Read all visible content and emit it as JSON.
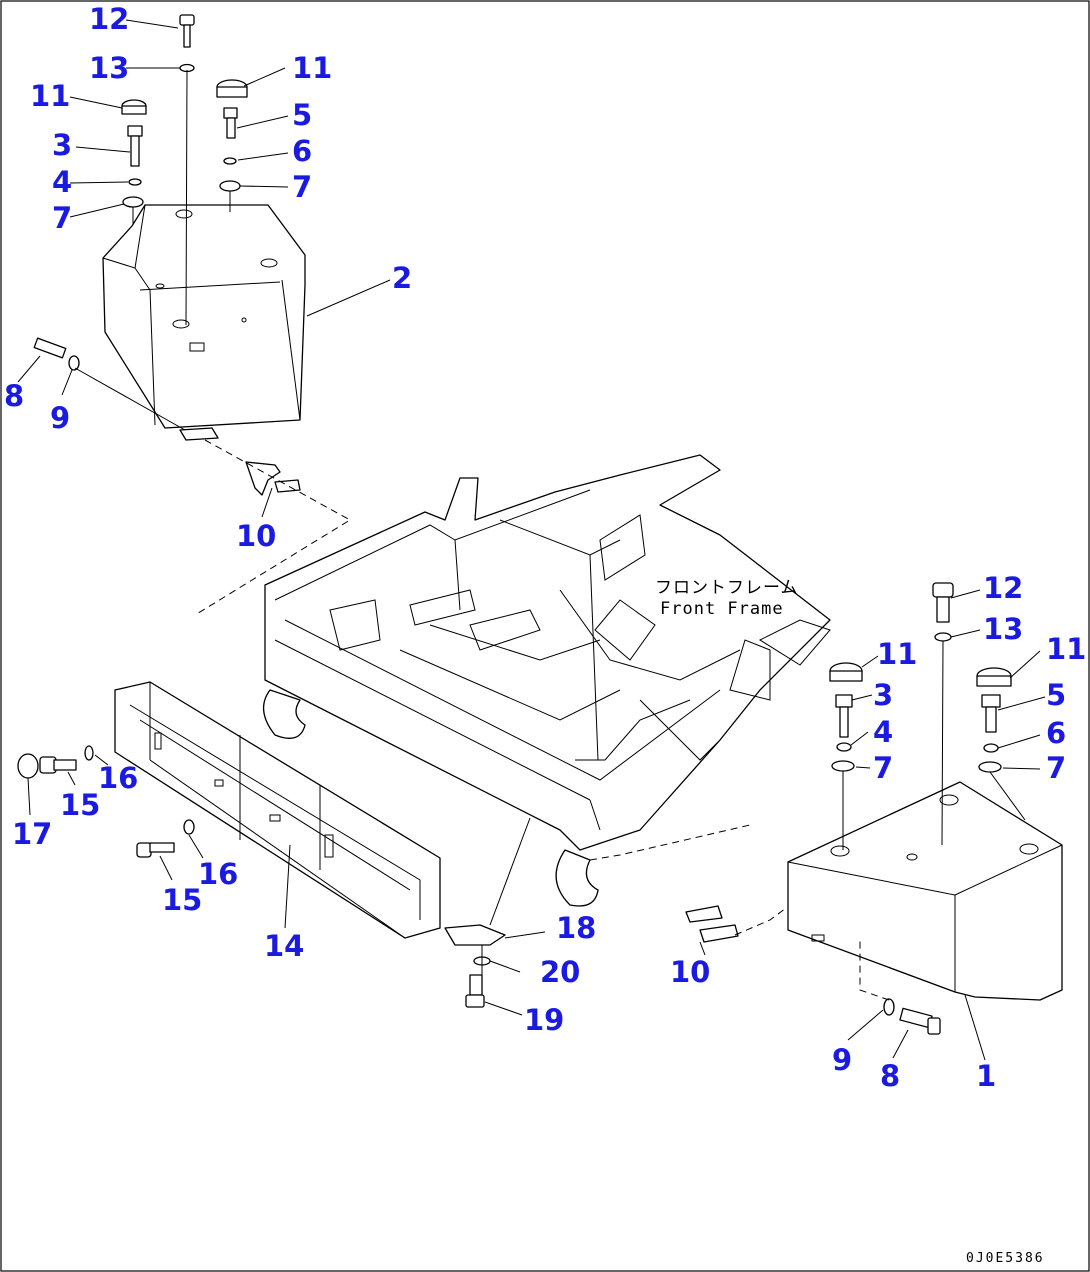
{
  "drawing": {
    "frame_label_jp": "フロントフレーム",
    "frame_label_en": "Front Frame",
    "drawing_code": "0J0E5386"
  },
  "callouts": {
    "c12a": "12",
    "c13a": "13",
    "c11a": "11",
    "c11b": "11",
    "c5a": "5",
    "c3a": "3",
    "c6a": "6",
    "c4a": "4",
    "c7a": "7",
    "c7b": "7",
    "c2": "2",
    "c8a": "8",
    "c9a": "9",
    "c10a": "10",
    "c12b": "12",
    "c13b": "13",
    "c11c": "11",
    "c11d": "11",
    "c3b": "3",
    "c5b": "5",
    "c4b": "4",
    "c6b": "6",
    "c7c": "7",
    "c7d": "7",
    "c16a": "16",
    "c17": "17",
    "c15a": "15",
    "c16b": "16",
    "c15b": "15",
    "c14": "14",
    "c18": "18",
    "c20": "20",
    "c10b": "10",
    "c19": "19",
    "c9b": "9",
    "c8b": "8",
    "c1": "1"
  }
}
